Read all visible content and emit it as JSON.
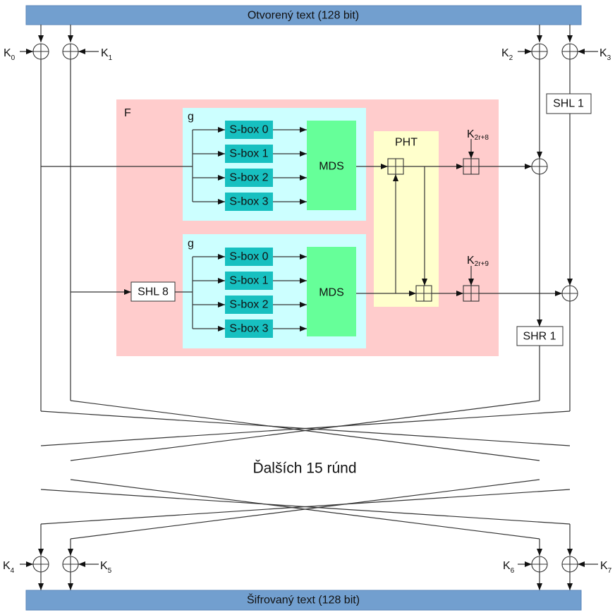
{
  "title_bar": "Otvorený text (128 bit)",
  "bottom_bar": "Šifrovaný text (128 bit)",
  "middle_text": "Ďalších 15 rúnd",
  "f_label": "F",
  "g_label": "g",
  "sboxes": [
    "S-box 0",
    "S-box 1",
    "S-box 2",
    "S-box 3"
  ],
  "mds": "MDS",
  "pht": "PHT",
  "shl8": "SHL 8",
  "shl1": "SHL 1",
  "shr1": "SHR 1",
  "keys": {
    "k0": {
      "base": "K",
      "sub": "0"
    },
    "k1": {
      "base": "K",
      "sub": "1"
    },
    "k2": {
      "base": "K",
      "sub": "2"
    },
    "k3": {
      "base": "K",
      "sub": "3"
    },
    "k4": {
      "base": "K",
      "sub": "4"
    },
    "k5": {
      "base": "K",
      "sub": "5"
    },
    "k6": {
      "base": "K",
      "sub": "6"
    },
    "k7": {
      "base": "K",
      "sub": "7"
    },
    "k2r8": {
      "base": "K",
      "sub": "2r+8"
    },
    "k2r9": {
      "base": "K",
      "sub": "2r+9"
    }
  },
  "colors": {
    "bar": "#729fcf",
    "f_block": "#ffcccc",
    "g_block": "#ccffff",
    "sbox": "#17c0c0",
    "mds": "#66ff99",
    "pht": "#ffffcc"
  }
}
